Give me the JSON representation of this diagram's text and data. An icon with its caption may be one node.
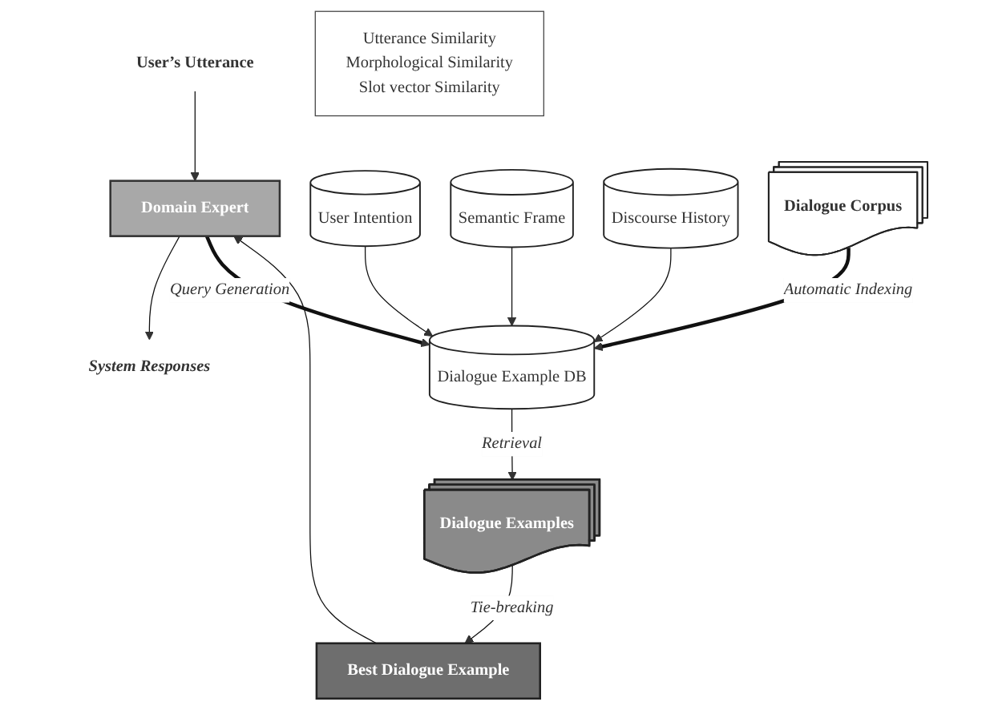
{
  "diagram": {
    "nodes": [
      {
        "text": [
          "User’s Utterance"
        ]
      },
      {
        "text": [
          "Domain Expert"
        ]
      },
      {
        "text": [
          "System Responses"
        ]
      },
      {
        "text": [
          "User Intention"
        ]
      },
      {
        "text": [
          "Semantic Frame"
        ]
      },
      {
        "text": [
          "Discourse History"
        ]
      },
      {
        "text": [
          "Dialogue Corpus"
        ]
      },
      {
        "text": [
          "Dialogue Example DB"
        ]
      },
      {
        "text": [
          "Dialogue Examples"
        ]
      },
      {
        "text": [
          "Utterance Similarity",
          "Morphological Similarity",
          "Slot vector Similarity"
        ]
      },
      {
        "text": [
          "Best Dialogue Example"
        ]
      }
    ],
    "edges": [
      {
        "from": 0,
        "to": 1,
        "arrow": "to"
      },
      {
        "from": 1,
        "to": 2,
        "arrow": "to"
      },
      {
        "from": 1,
        "to": 7,
        "arrow": "to",
        "label": "Query Generation",
        "style": "thick"
      },
      {
        "from": 3,
        "to": 7,
        "arrow": "to"
      },
      {
        "from": 4,
        "to": 7,
        "arrow": "to"
      },
      {
        "from": 5,
        "to": 7,
        "arrow": "to"
      },
      {
        "from": 6,
        "to": 7,
        "arrow": "to",
        "label": "Automatic Indexing",
        "style": "thick"
      },
      {
        "from": 7,
        "to": 8,
        "arrow": "to",
        "label": "Retrieval"
      },
      {
        "from": 8,
        "to": 10,
        "arrow": "to",
        "label": "Tie-breaking"
      },
      {
        "from": 10,
        "to": 1,
        "arrow": "to"
      }
    ]
  }
}
